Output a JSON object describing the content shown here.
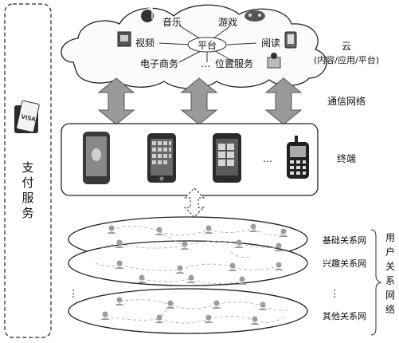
{
  "payment": {
    "label_chars": [
      "支",
      "付",
      "服",
      "务"
    ]
  },
  "cloud": {
    "platform": "平台",
    "services": {
      "music": "音乐",
      "games": "游戏",
      "video": "视频",
      "reading": "阅读",
      "ecommerce": "电子商务",
      "ellipsis": "…",
      "location": "位置服务"
    },
    "label_line1": "云",
    "label_line2": "(内容/应用/平台)"
  },
  "network_label": "通信网络",
  "terminal": {
    "label": "终端",
    "ellipsis": "…"
  },
  "relations": {
    "layers": [
      "基础关系网",
      "兴趣关系网",
      "其他关系网"
    ],
    "dots_left": "⋮",
    "dots_right": "⋮",
    "group_chars": [
      "用",
      "户",
      "关",
      "系",
      "网",
      "络"
    ]
  },
  "colors": {
    "arrow_fill": "#9a9a9a",
    "arrow_stroke": "#555555",
    "node": "#9d9d9d",
    "line": "#b0b0b0"
  }
}
